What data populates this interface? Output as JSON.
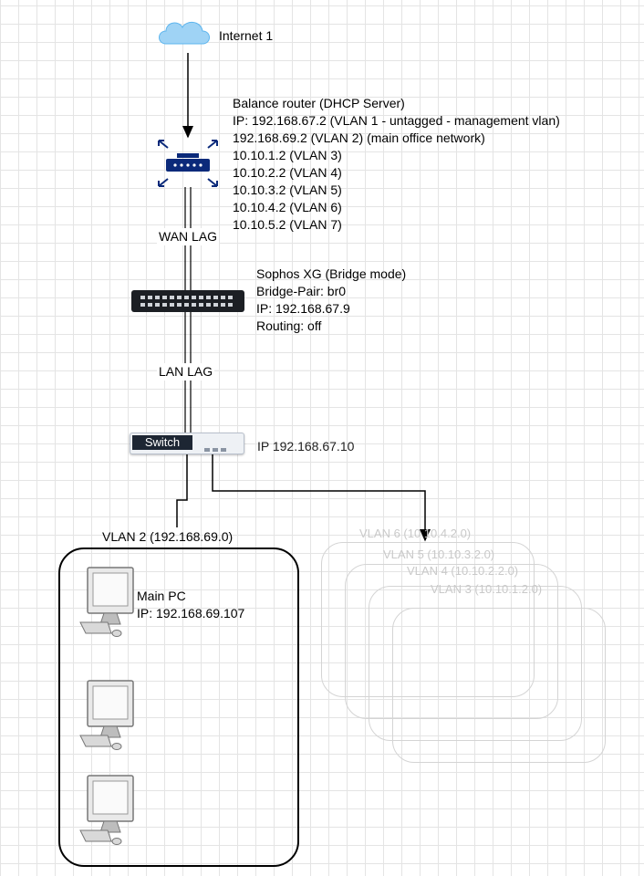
{
  "internet": {
    "label": "Internet 1",
    "icon": "cloud-icon"
  },
  "router": {
    "icon": "router-icon",
    "lines": [
      "Balance router (DHCP Server)",
      "IP: 192.168.67.2 (VLAN 1 - untagged  - management vlan)",
      "192.168.69.2 (VLAN 2) (main office network)",
      "10.10.1.2 (VLAN 3)",
      "10.10.2.2 (VLAN 4)",
      "10.10.3.2 (VLAN 5)",
      "10.10.4.2 (VLAN 6)",
      "10.10.5.2 (VLAN 7)"
    ]
  },
  "wan_lag_label": "WAN LAG",
  "firewall": {
    "icon": "firewall-appliance-icon",
    "lines": [
      "Sophos XG (Bridge mode)",
      "Bridge-Pair: br0",
      "IP:  192.168.67.9",
      "Routing: off"
    ]
  },
  "lan_lag_label": "LAN LAG",
  "switch": {
    "tag": "Switch",
    "ip": "IP 192.168.67.10"
  },
  "main_vlan": {
    "title": "VLAN 2 (192.168.69.0)",
    "main_pc_name": "Main PC",
    "main_pc_ip": "IP: 192.168.69.107",
    "pc_icon": "desktop-pc-icon"
  },
  "other_vlans": [
    "VLAN 6 (10.10.4.2.0)",
    "VLAN 5 (10.10.3.2.0)",
    "VLAN 4 (10.10.2.2.0)",
    "VLAN 3 (10.10.1.2.0)"
  ]
}
